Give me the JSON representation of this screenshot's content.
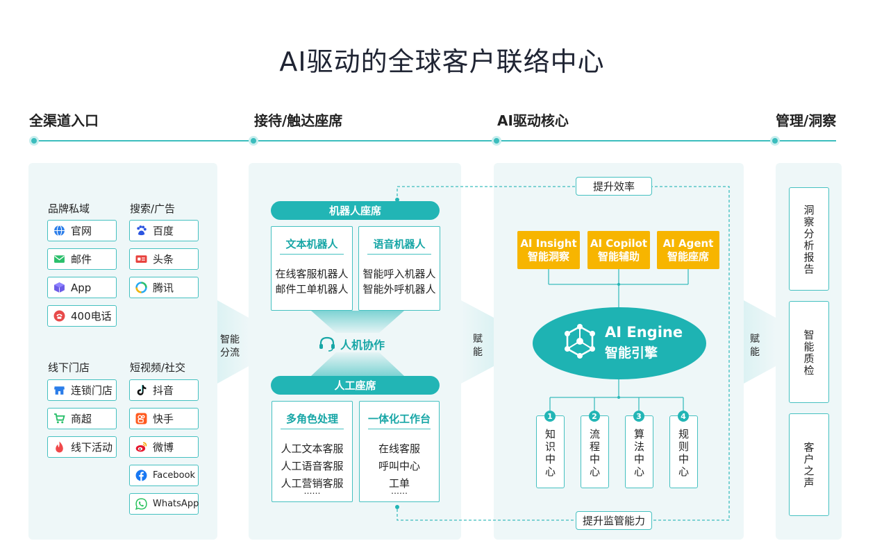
{
  "title": "AI驱动的全球客户联络中心",
  "stages": [
    "全渠道入口",
    "接待/触达座席",
    "AI驱动核心",
    "管理/洞察"
  ],
  "channels": {
    "brand": {
      "title": "品牌私域",
      "items": [
        {
          "label": "官网",
          "icon": "globe-icon"
        },
        {
          "label": "邮件",
          "icon": "mail-icon"
        },
        {
          "label": "App",
          "icon": "app-cube-icon"
        },
        {
          "label": "400电话",
          "icon": "phone-icon"
        }
      ]
    },
    "search": {
      "title": "搜索/广告",
      "items": [
        {
          "label": "百度",
          "icon": "baidu-icon"
        },
        {
          "label": "头条",
          "icon": "toutiao-icon"
        },
        {
          "label": "腾讯",
          "icon": "tencent-icon"
        }
      ]
    },
    "offline": {
      "title": "线下门店",
      "items": [
        {
          "label": "连锁门店",
          "icon": "store-icon"
        },
        {
          "label": "商超",
          "icon": "cart-icon"
        },
        {
          "label": "线下活动",
          "icon": "flame-icon"
        }
      ]
    },
    "social": {
      "title": "短视频/社交",
      "items": [
        {
          "label": "抖音",
          "icon": "douyin-icon"
        },
        {
          "label": "快手",
          "icon": "kuaishou-icon"
        },
        {
          "label": "微博",
          "icon": "weibo-icon"
        },
        {
          "label": "Facebook",
          "icon": "facebook-icon"
        },
        {
          "label": "WhatsApp",
          "icon": "whatsapp-icon"
        }
      ]
    }
  },
  "smart_routing": [
    "智能",
    "分流"
  ],
  "seats": {
    "robot": {
      "title": "机器人座席",
      "text_bot": {
        "title": "文本机器人",
        "items": [
          "在线客服机器人",
          "邮件工单机器人"
        ]
      },
      "voice_bot": {
        "title": "语音机器人",
        "items": [
          "智能呼入机器人",
          "智能外呼机器人"
        ]
      }
    },
    "collab": "人机协作",
    "human": {
      "title": "人工座席",
      "multi_role": {
        "title": "多角色处理",
        "items": [
          "人工文本客服",
          "人工语音客服",
          "人工营销客服",
          "……"
        ]
      },
      "workbench": {
        "title": "一体化工作台",
        "items": [
          "在线客服",
          "呼叫中心",
          "工单",
          "……"
        ]
      }
    }
  },
  "empower": [
    "赋",
    "能"
  ],
  "ai_core": {
    "efficiency_label": "提升效率",
    "supervision_label": "提升监管能力",
    "cards": [
      {
        "en": "AI Insight",
        "zh": "智能洞察"
      },
      {
        "en": "AI Copilot",
        "zh": "智能辅助"
      },
      {
        "en": "AI Agent",
        "zh": "智能座席"
      }
    ],
    "engine": {
      "en": "AI Engine",
      "zh": "智能引擎"
    },
    "centers": [
      {
        "num": "1",
        "label": "知识中心"
      },
      {
        "num": "2",
        "label": "流程中心"
      },
      {
        "num": "3",
        "label": "算法中心"
      },
      {
        "num": "4",
        "label": "规则中心"
      }
    ]
  },
  "management": [
    "洞察分析报告",
    "智能质检",
    "客户之声"
  ],
  "colors": {
    "teal": "#22b5b5",
    "accent_yellow": "#f7b500",
    "panel_bg": "#eef7f8",
    "title": "#1f2433"
  }
}
